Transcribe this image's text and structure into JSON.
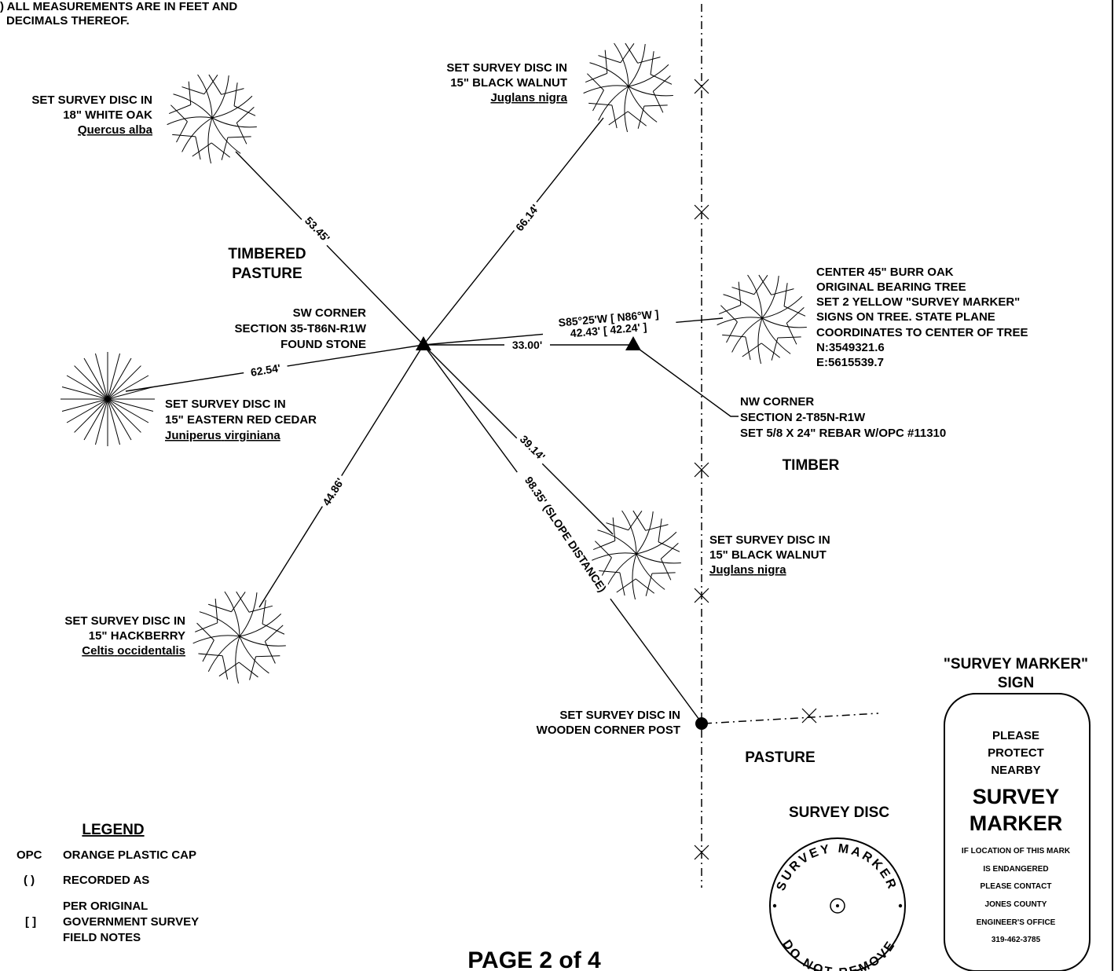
{
  "notes": {
    "line1": ") ALL MEASUREMENTS ARE IN FEET AND",
    "line2": "DECIMALS THEREOF."
  },
  "area_labels": {
    "timbered_1": "TIMBERED",
    "timbered_2": "PASTURE",
    "timber": "TIMBER",
    "pasture": "PASTURE"
  },
  "sw_corner": {
    "line1": "SW CORNER",
    "line2": "SECTION 35-T86N-R1W",
    "line3": "FOUND STONE"
  },
  "nw_corner": {
    "line1": "NW CORNER",
    "line2": "SECTION 2-T85N-R1W",
    "line3": "SET 5/8 X 24\" REBAR W/OPC #11310"
  },
  "trees": {
    "white_oak": {
      "line1": "SET SURVEY DISC IN",
      "line2": "18\" WHITE OAK",
      "genus": "Quercus",
      "species": "alba"
    },
    "black_walnut_north": {
      "line1": "SET SURVEY DISC IN",
      "line2": "15\" BLACK WALNUT",
      "genus": "Juglans",
      "species": "nigra"
    },
    "red_cedar": {
      "line1": "SET SURVEY DISC IN",
      "line2": "15\" EASTERN RED CEDAR",
      "genus": "Juniperus",
      "species": "virginiana"
    },
    "hackberry": {
      "line1": "SET SURVEY DISC IN",
      "line2": "15\" HACKBERRY",
      "genus": "Celtis",
      "species": "occidentalis"
    },
    "black_walnut_south": {
      "line1": "SET SURVEY DISC IN",
      "line2": "15\" BLACK WALNUT",
      "genus": "Juglans",
      "species": "nigra"
    },
    "burr_oak": {
      "line1": "CENTER 45\" BURR OAK",
      "line2": "ORIGINAL BEARING TREE",
      "line3": "SET 2 YELLOW \"SURVEY MARKER\"",
      "line4": "SIGNS ON TREE. STATE PLANE",
      "line5": "COORDINATES TO CENTER OF TREE",
      "line6": "N:3549321.6",
      "line7": "E:5615539.7"
    },
    "corner_post": {
      "line1": "SET SURVEY DISC IN",
      "line2": "WOODEN CORNER POST"
    }
  },
  "measurements": {
    "white_oak": "53.45'",
    "walnut_north": "66.14'",
    "bearing": "S85°25'W [ N86°W ]",
    "burr_oak_dist": "42.43' [ 42.24' ]",
    "nw_corner_dist": "33.00'",
    "red_cedar": "62.54'",
    "hackberry": "44.86'",
    "walnut_south": "39.14'",
    "corner_post": "98.35' (SLOPE DISTANCE)"
  },
  "legend": {
    "title": "LEGEND",
    "opc_key": "OPC",
    "opc_value": "ORANGE PLASTIC CAP",
    "paren_key": "( )",
    "paren_value": "RECORDED AS",
    "bracket_key": "[ ]",
    "bracket_value_1": "PER ORIGINAL",
    "bracket_value_2": "GOVERNMENT SURVEY",
    "bracket_value_3": "FIELD NOTES"
  },
  "survey_disc": {
    "title": "SURVEY DISC",
    "top_text": "SURVEY MARKER",
    "bottom_text": "DO NOT REMOVE"
  },
  "sign": {
    "title_1": "\"SURVEY MARKER\"",
    "title_2": "SIGN",
    "line1": "PLEASE",
    "line2": "PROTECT",
    "line3": "NEARBY",
    "big1": "SURVEY",
    "big2": "MARKER",
    "small1": "IF LOCATION OF THIS MARK",
    "small2": "IS ENDANGERED",
    "small3": "PLEASE CONTACT",
    "small4": "JONES COUNTY",
    "small5": "ENGINEER'S OFFICE",
    "small6": "319-462-3785"
  },
  "page": {
    "label": "PAGE 2 of 4"
  }
}
